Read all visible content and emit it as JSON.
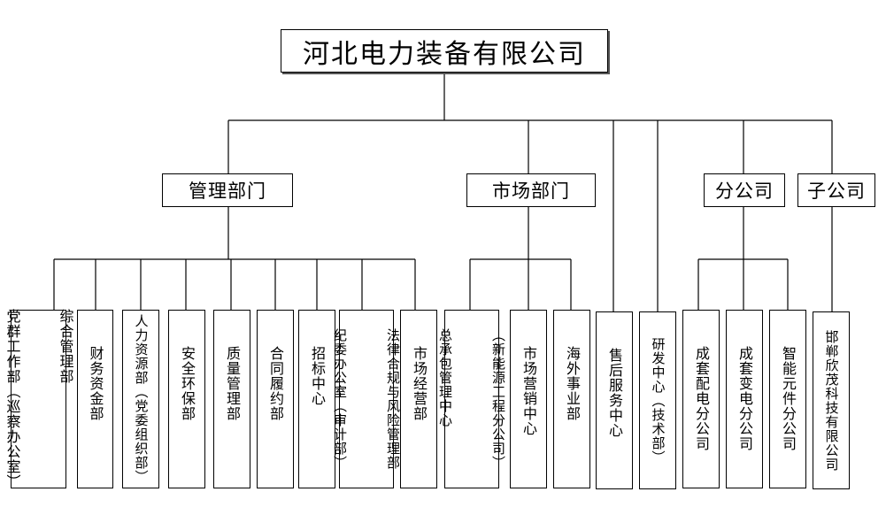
{
  "root": {
    "label": "河北电力装备有限公司"
  },
  "groups": {
    "management": {
      "label": "管理部门"
    },
    "market": {
      "label": "市场部门"
    },
    "branch": {
      "label": "分公司"
    },
    "subsidiary": {
      "label": "子公司"
    }
  },
  "departments": [
    {
      "id": "party",
      "lines": [
        "综合管理部",
        "党群工作部（巡察办公室）"
      ]
    },
    {
      "id": "finance",
      "lines": [
        "财务资金部"
      ]
    },
    {
      "id": "hr",
      "lines": [
        "人力资源部（党委组织部）"
      ]
    },
    {
      "id": "safety",
      "lines": [
        "安全环保部"
      ]
    },
    {
      "id": "quality",
      "lines": [
        "质量管理部"
      ]
    },
    {
      "id": "contract",
      "lines": [
        "合同履约部"
      ]
    },
    {
      "id": "bidding",
      "lines": [
        "招标中心"
      ]
    },
    {
      "id": "legal",
      "lines": [
        "法律合规与风险管理部",
        "纪委办公室（审计部）"
      ]
    },
    {
      "id": "marketing",
      "lines": [
        "市场经营部"
      ]
    },
    {
      "id": "epc",
      "lines": [
        "（新能源工程分公司）",
        "总承包管理中心"
      ]
    },
    {
      "id": "sales",
      "lines": [
        "市场营销中心"
      ]
    },
    {
      "id": "overseas",
      "lines": [
        "海外事业部"
      ]
    },
    {
      "id": "aftersales",
      "lines": [
        "售后服务中心"
      ]
    },
    {
      "id": "rnd",
      "lines": [
        "研发中心（技术部）"
      ]
    },
    {
      "id": "switchgear",
      "lines": [
        "成套配电分公司"
      ]
    },
    {
      "id": "substation",
      "lines": [
        "成套变电分公司"
      ]
    },
    {
      "id": "smart",
      "lines": [
        "智能元件分公司"
      ]
    },
    {
      "id": "handan",
      "lines": [
        "邯郸欣茂科技有限公司"
      ]
    }
  ]
}
